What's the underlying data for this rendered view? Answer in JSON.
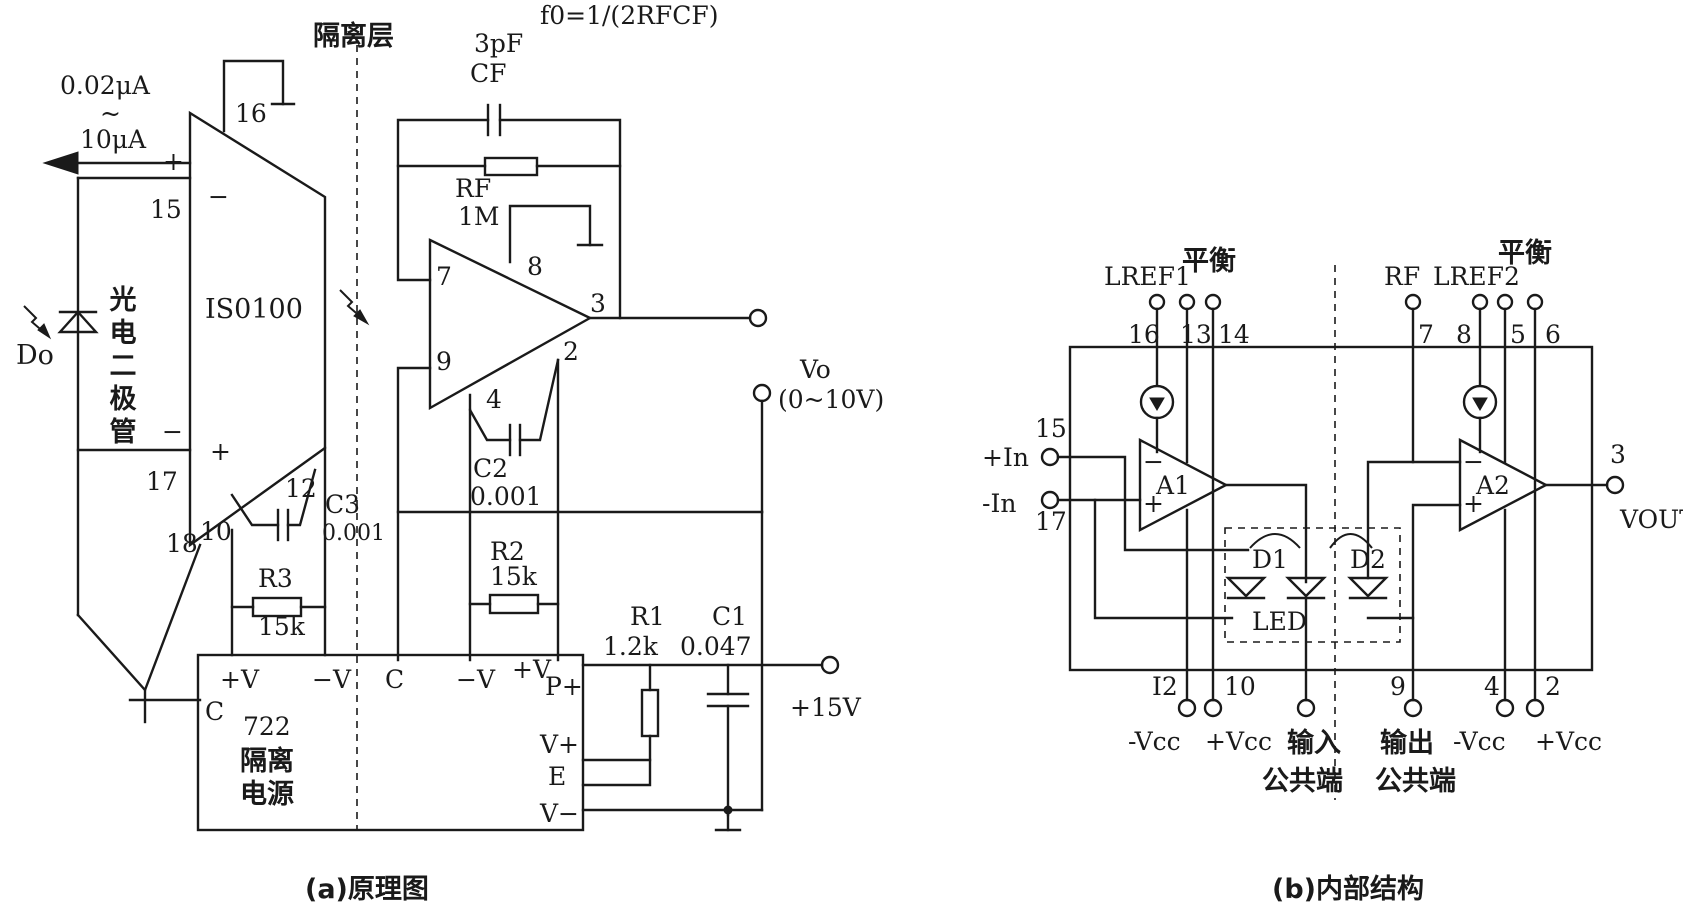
{
  "panel_a": {
    "caption": "(a)原理图",
    "isolation_label": "隔离层",
    "formula": "f0=1/(2RFCF)",
    "current_top": "0.02μA",
    "current_tilde": "~",
    "current_bottom": "10μA",
    "photodiode_name": "Do",
    "photodiode_label": "光电二极管",
    "ic_name": "IS0100",
    "pins": {
      "p16": "16",
      "p15": "15",
      "p17": "17",
      "p18": "18",
      "p10": "10",
      "p12": "12",
      "p7": "7",
      "p8": "8",
      "p9": "9",
      "p3": "3",
      "p2": "2",
      "p4": "4"
    },
    "signs": {
      "plus": "+",
      "minus": "−"
    },
    "cf_value": "3pF",
    "cf_name": "CF",
    "rf_name": "RF",
    "rf_value": "1M",
    "c2_name": "C2",
    "c2_value": "0.001",
    "c3_name": "C3",
    "c3_value": "0.001",
    "r2_name": "R2",
    "r2_value": "15k",
    "r3_name": "R3",
    "r3_value": "15k",
    "r1_name": "R1",
    "r1_value": "1.2k",
    "c1_name": "C1",
    "c1_value": "0.047",
    "vo_name": "Vo",
    "vo_range": "(0~10V)",
    "supply": "+15V",
    "psu": {
      "name": "722",
      "line2": "隔离",
      "line3": "电源",
      "pin_c_left": "C",
      "pin_pv_left": "+V",
      "pin_mv_left": "−V",
      "pin_c_right": "C",
      "pin_mv_right": "−V",
      "pin_pv_right": "+V",
      "pin_pplus": "P+",
      "pin_vplus": "V+",
      "pin_e": "E",
      "pin_vminus": "V−"
    }
  },
  "panel_b": {
    "caption": "(b)内部结构",
    "balance1": "平衡",
    "balance2": "平衡",
    "lref1": "LREF1",
    "lref2": "LREF2",
    "rf": "RF",
    "pins": {
      "p16": "16",
      "p13": "13",
      "p14": "14",
      "p7": "7",
      "p8": "8",
      "p5": "5",
      "p6": "6",
      "p15": "15",
      "p17": "17",
      "p3": "3",
      "p12": "I2",
      "p10": "10",
      "p9": "9",
      "p4": "4",
      "p2": "2"
    },
    "in_plus": "+In",
    "in_minus": "-In",
    "vout": "VOUT",
    "amp1": "A1",
    "amp2": "A2",
    "d1": "D1",
    "d2": "D2",
    "led": "LED",
    "vcc_minus_1": "-Vcc",
    "vcc_plus_1": "+Vcc",
    "input_common_1": "输入",
    "input_common_2": "公共端",
    "output_common_1": "输出",
    "output_common_2": "公共端",
    "vcc_minus_2": "-Vcc",
    "vcc_plus_2": "+Vcc"
  }
}
